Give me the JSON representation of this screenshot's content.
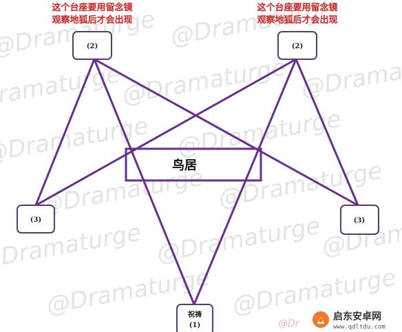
{
  "watermark": "@Dramaturge",
  "notes": {
    "left": [
      "这个台座要用留念镜",
      "观察地狐后才会出现"
    ],
    "right": [
      "这个台座要用留念镜",
      "观察地狐后才会出现"
    ]
  },
  "nodes": {
    "top_left": "(2)",
    "top_right": "(2)",
    "mid_left": "(3)",
    "mid_right": "(3)",
    "bottom": [
      "祝祷",
      "(1)"
    ]
  },
  "center_label": "鸟居",
  "corner_logo": {
    "main": "启东安卓网",
    "url": "www.qdltdu.com",
    "partial_watermark": "@Dr"
  },
  "colors": {
    "line": "#6a2d93",
    "note": "#d62020",
    "watermark": "#e4e4e4",
    "box_stroke": "#5a3a7a"
  }
}
